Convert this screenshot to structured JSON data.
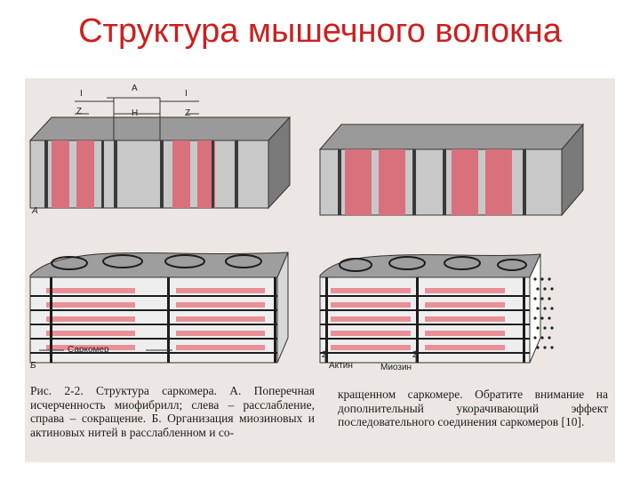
{
  "slide": {
    "title": "Структура мышечного волокна"
  },
  "figure": {
    "panel_a_label": "А",
    "panel_b_label": "Б",
    "band_labels": {
      "i1": "I",
      "a": "А",
      "i2": "I",
      "z1": "Z",
      "h": "H",
      "z2": "Z"
    },
    "sarcomere_label": "Саркомер",
    "z_right_1": "Z",
    "z_right_2": "Z",
    "actin_label": "Актин",
    "myosin_label": "Миозин"
  },
  "caption": {
    "left": "Рис. 2-2. Структура саркомера. А. Поперечная исчерченность миофибрилл; слева – расслабление, справа – сокращение. Б. Организация миозиновых и актиновых нитей в расслабленном и со-",
    "right": "кращенном саркомере. Обратите внимание на дополнительный укорачивающий эффект последовательного соединения саркомеров [10]."
  },
  "colors": {
    "title": "#cc1f1f",
    "band_pink": "#d9717c",
    "band_dark": "#3a3a3a",
    "band_gray": "#bdbdbd"
  }
}
